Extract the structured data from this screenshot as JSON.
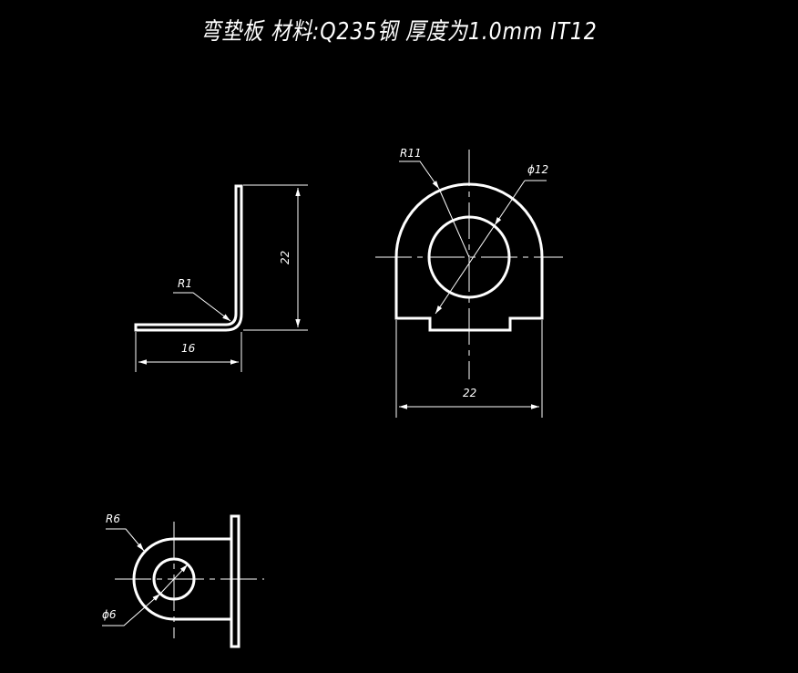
{
  "title": "弯垫板 材料:Q235钢 厚度为1.0mm IT12",
  "dimensions": {
    "side_radius": "R1",
    "side_height": "22",
    "side_length": "16",
    "front_radius": "R11",
    "front_hole": "ϕ12",
    "front_width": "22",
    "top_radius": "R6",
    "top_hole": "ϕ6"
  },
  "colors": {
    "background": "#000000",
    "line": "#ffffff"
  }
}
